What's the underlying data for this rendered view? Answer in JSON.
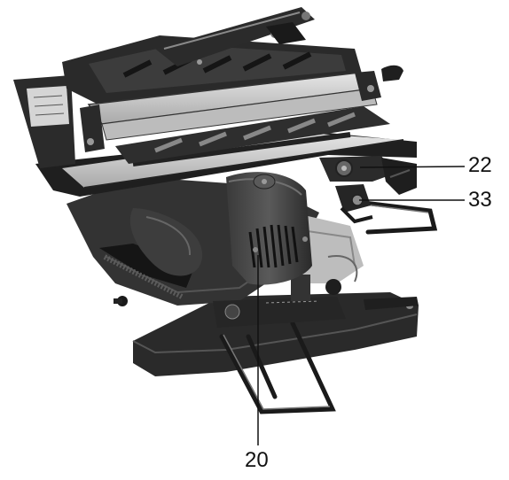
{
  "figure": {
    "callouts": {
      "c22": "22",
      "c33": "33",
      "c20": "20"
    }
  },
  "colors": {
    "body": "#2b2b2b",
    "dark": "#1a1a1a",
    "mid": "#4a4a4a",
    "light": "#8c8c8c",
    "metal": "#c8c8c8",
    "metal_light": "#e2e2e2",
    "line": "#111111"
  }
}
